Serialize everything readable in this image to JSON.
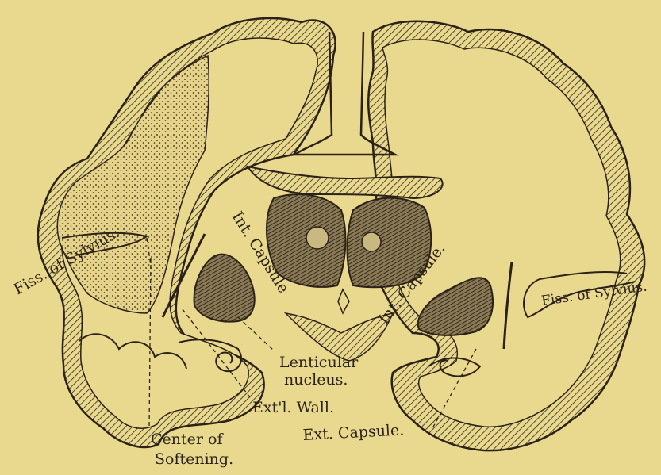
{
  "labels": {
    "fiss_sylvius_left": "Fiss. of Sylvius.",
    "fiss_sylvius_right": "Fiss. of Sylvius.",
    "int_capsule_left": "Int. Capsule",
    "int_capsule_right": "Int. Capsule.",
    "lenticular_line1": "Lenticular",
    "lenticular_line2": "nucleus.",
    "ext_wall": "Ext'l. Wall.",
    "ext_capsule": "Ext. Capsule.",
    "center_line1": "Center of",
    "center_line2": "Softening."
  },
  "colors": {
    "background": "#e9d98e",
    "ink": "#2b2116",
    "hatch_dark": "#4a3c28"
  }
}
